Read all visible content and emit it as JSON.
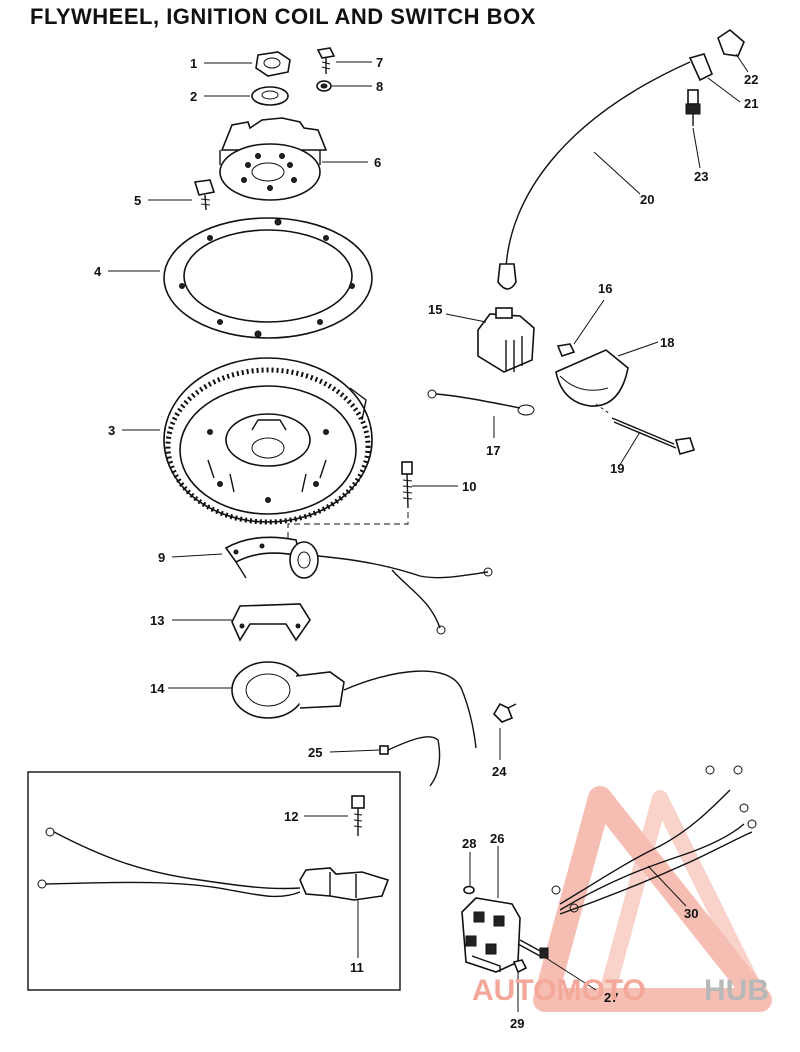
{
  "title": "FLYWHEEL, IGNITION COIL AND SWITCH BOX",
  "callouts": [
    "1",
    "2",
    "3",
    "4",
    "5",
    "6",
    "7",
    "8",
    "9",
    "10",
    "11",
    "12",
    "13",
    "14",
    "15",
    "16",
    "17",
    "18",
    "19",
    "20",
    "21",
    "22",
    "23",
    "24",
    "25",
    "26",
    "27",
    "28",
    "29",
    "30"
  ],
  "watermark": {
    "text_primary": "AUTOMOTO",
    "text_secondary": "HUB",
    "colors": {
      "primary": "#f4a89a",
      "secondary": "#b8b8b8"
    }
  }
}
